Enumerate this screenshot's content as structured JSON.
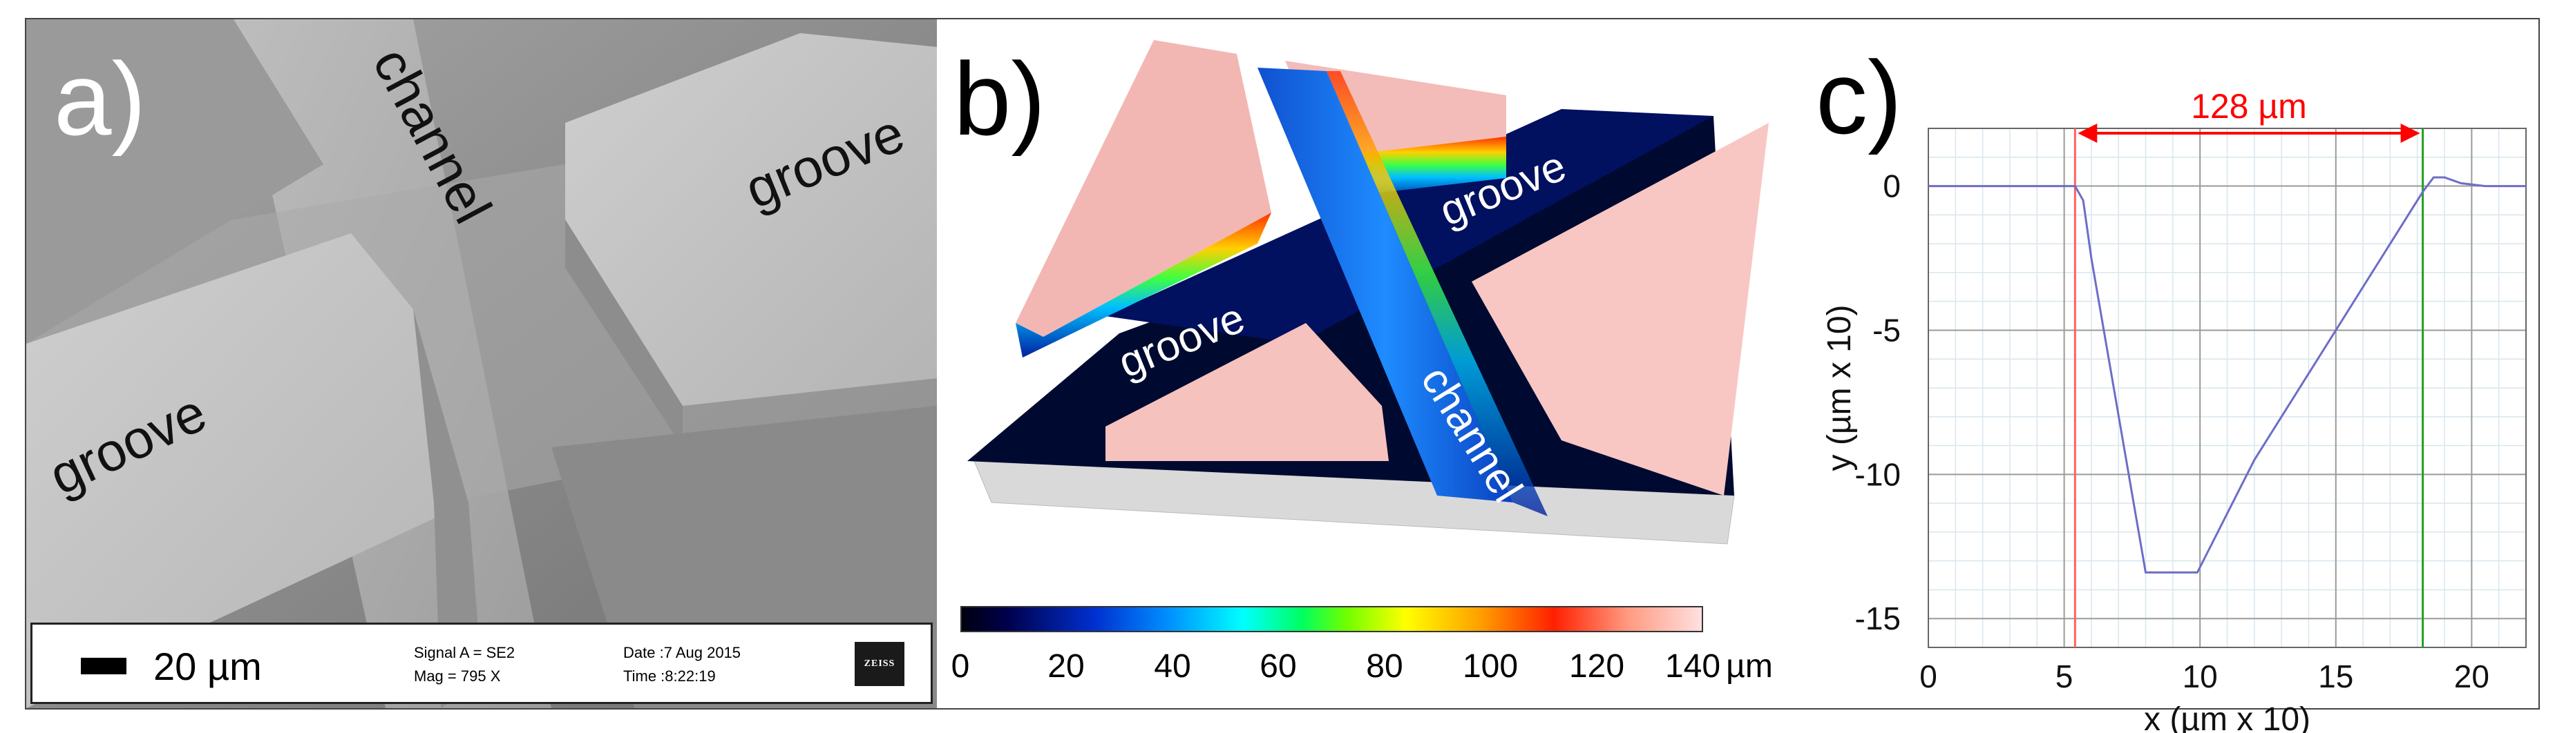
{
  "panels": {
    "a": {
      "label": "a)",
      "features": [
        "channel",
        "groove",
        "groove"
      ],
      "databar": {
        "scale_bar": "20 µm",
        "signal": "Signal A = SE2",
        "mag": "Mag =    795 X",
        "date": "Date :7 Aug 2015",
        "time": "Time :8:22:19",
        "logo": "ZEISS"
      }
    },
    "b": {
      "label": "b)",
      "features": [
        "groove",
        "groove",
        "channel"
      ],
      "colorbar": {
        "ticks": [
          "0",
          "20",
          "40",
          "60",
          "80",
          "100",
          "120",
          "140"
        ],
        "unit": "µm",
        "colors": [
          "#000010",
          "#0030d0",
          "#00ffff",
          "#00ff60",
          "#ffff00",
          "#ff2000",
          "#ffe0e0"
        ]
      }
    },
    "c": {
      "label": "c)",
      "annotation": "128 µm"
    }
  },
  "chart_data": {
    "type": "line",
    "title": "",
    "xlabel": "x (µm x 10)",
    "ylabel": "y (µm x 10)",
    "xlim": [
      0,
      22
    ],
    "ylim": [
      -16,
      2
    ],
    "xticks": [
      0,
      5,
      10,
      15,
      20
    ],
    "yticks": [
      0,
      -5,
      -10,
      -15
    ],
    "grid": true,
    "series": [
      {
        "color": "#6d6dc8",
        "x": [
          0,
          5.4,
          5.7,
          6.0,
          8.0,
          9.9,
          12.0,
          15.0,
          18.2,
          18.6,
          19.0,
          19.6,
          20.5,
          22
        ],
        "y": [
          0,
          0,
          -0.5,
          -2.5,
          -13.4,
          -13.4,
          -9.5,
          -5.0,
          -0.2,
          0.3,
          0.3,
          0.1,
          0,
          0
        ]
      }
    ],
    "markers": [
      {
        "x": 5.4,
        "color": "#ff6060"
      },
      {
        "x": 18.2,
        "color": "#20a020"
      }
    ],
    "span_annotation": {
      "from": 5.4,
      "to": 18.2,
      "label": "128 µm",
      "color": "#ff0000"
    }
  }
}
